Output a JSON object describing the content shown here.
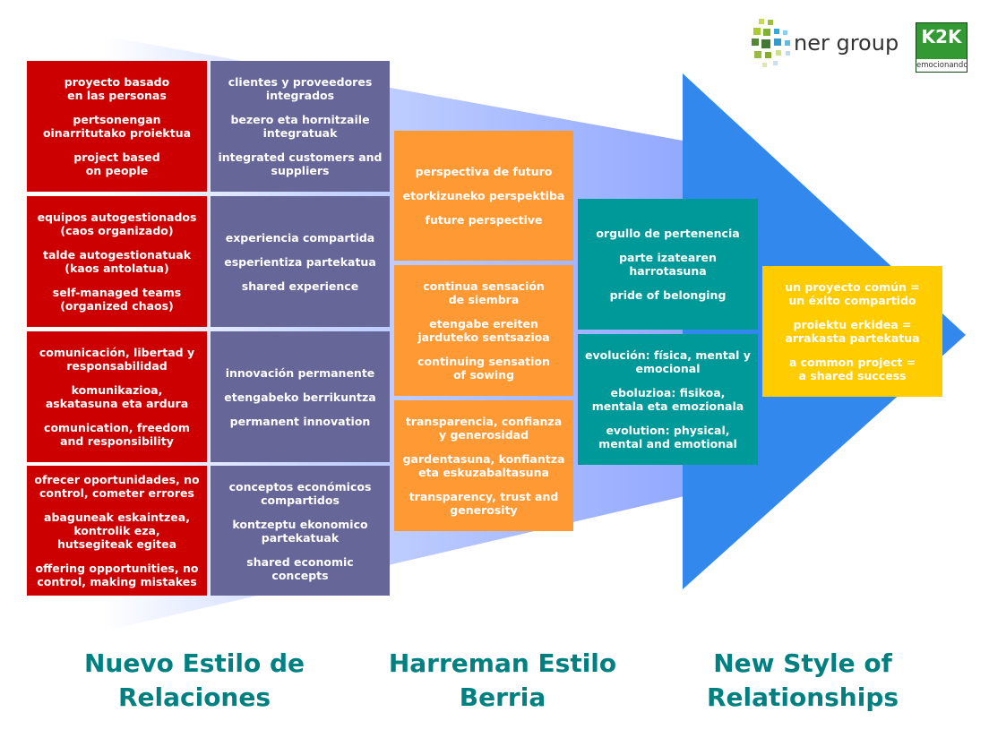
{
  "logos": {
    "ner_group": "ner group",
    "k2k_main": "K2K",
    "k2k_sub": "emocionando"
  },
  "column1": [
    [
      "proyecto basado\nen las personas",
      "pertsonengan\noinarritutako proiektua",
      "project based\non people"
    ],
    [
      "equipos autogestionados\n(caos organizado)",
      "talde autogestionatuak\n(kaos antolatua)",
      "self-managed teams\n(organized chaos)"
    ],
    [
      "comunicación, libertad y\nresponsabilidad",
      "komunikazioa,\naskatasuna eta ardura",
      "comunication, freedom\nand responsibility"
    ],
    [
      "ofrecer oportunidades, no\ncontrol, cometer errores",
      "abaguneak eskaintzea,\nkontrolik eza,\nhutsegiteak egitea",
      "offering opportunities, no\ncontrol, making mistakes"
    ]
  ],
  "column2": [
    [
      "clientes y proveedores\nintegrados",
      "bezero eta hornitzaile\nintegratuak",
      "integrated customers and\nsuppliers"
    ],
    [
      "experiencia compartida",
      "esperientiza partekatua",
      "shared experience"
    ],
    [
      "innovación permanente",
      "etengabeko berrikuntza",
      "permanent innovation"
    ],
    [
      "conceptos económicos\ncompartidos",
      "kontzeptu ekonomico\npartekatuak",
      "shared economic\nconcepts"
    ]
  ],
  "column3": [
    [
      "perspectiva de futuro",
      "etorkizuneko perspektiba",
      "future perspective"
    ],
    [
      "continua sensación\nde siembra",
      "etengabe ereiten\njarduteko sentsazioa",
      "continuing sensation\nof sowing"
    ],
    [
      "transparencia, confianza\ny generosidad",
      "gardentasuna, konfiantza\neta eskuzabaltasuna",
      "transparency, trust and\ngenerosity"
    ]
  ],
  "column4": [
    [
      "orgullo de pertenencia",
      "parte izatearen\nharrotasuna",
      "pride of belonging"
    ],
    [
      "evolución: física, mental y\nemocional",
      "eboluzioa: fisikoa,\nmentala eta emozionala",
      "evolution: physical,\nmental and emotional"
    ]
  ],
  "column5": [
    [
      "un proyecto común =\nun éxito compartido",
      "proiektu erkidea =\narrakasta partekatua",
      "a common project =\na shared success"
    ]
  ],
  "footer": {
    "spanish": "Nuevo Estilo de\nRelaciones",
    "basque": "Harreman Estilo\nBerria",
    "english": "New Style of\nRelationships"
  },
  "colors": {
    "red": "#cc0000",
    "purple": "#666699",
    "orange": "#ff9933",
    "teal": "#009999",
    "yellow": "#ffcc00",
    "arrow_blue": "#3388ee",
    "footer_text": "#008080"
  }
}
